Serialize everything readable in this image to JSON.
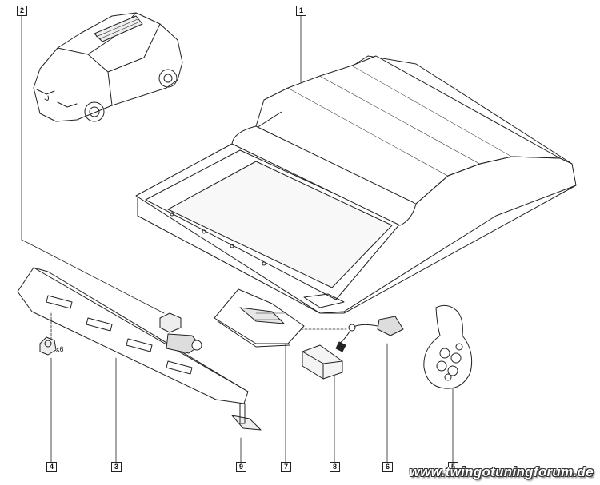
{
  "callouts": {
    "c1": "1",
    "c2": "2",
    "c3": "3",
    "c4": "4",
    "c5": "5",
    "c6": "6",
    "c7": "7",
    "c8": "8",
    "c9": "9"
  },
  "quantity_note": "x6",
  "watermark": "www.twingotuningforum.de"
}
